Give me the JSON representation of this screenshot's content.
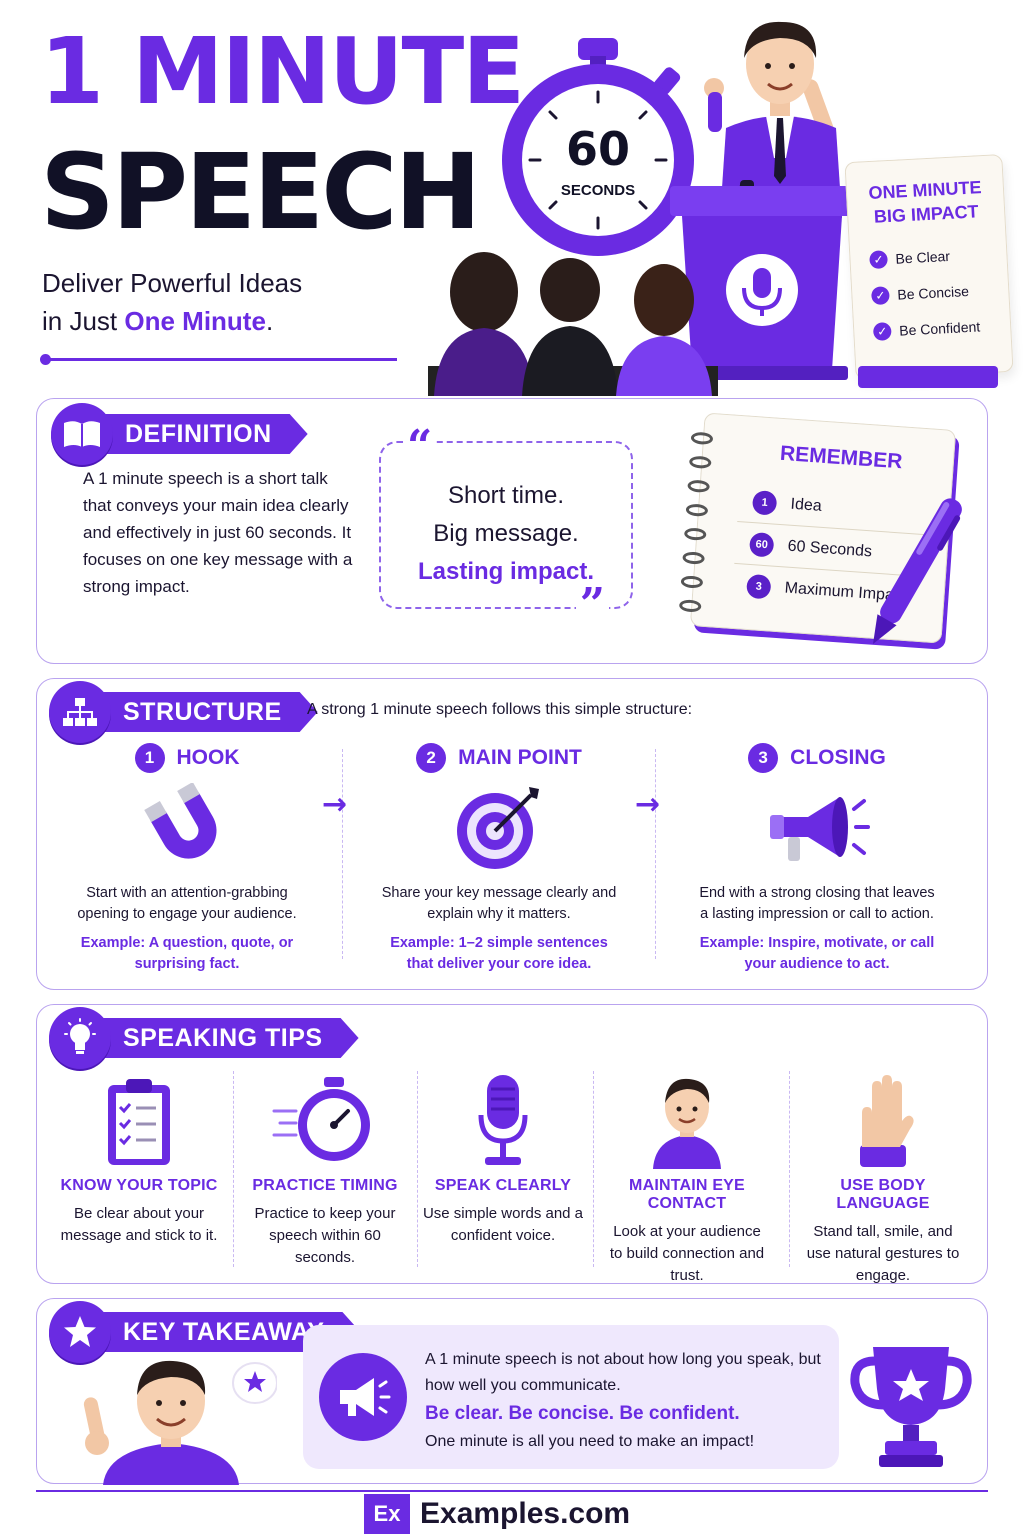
{
  "header": {
    "title_line1": "1 MINUTE",
    "title_line2": "SPEECH",
    "subtitle_line1": "Deliver Powerful Ideas",
    "subtitle_pre": "in Just ",
    "subtitle_highlight": "One Minute",
    "subtitle_post": "."
  },
  "hero": {
    "timer_value": "60",
    "timer_unit": "SECONDS",
    "board_title_1": "ONE MINUTE",
    "board_title_2": "BIG IMPACT",
    "board_items": [
      "Be Clear",
      "Be Concise",
      "Be Confident"
    ]
  },
  "definition": {
    "label": "DEFINITION",
    "text": "A 1 minute speech is a short talk that conveys your main idea clearly and effectively in just 60 seconds. It focuses on one key message with a strong impact.",
    "quote_lines": [
      "Short time.",
      "Big message.",
      "Lasting impact."
    ],
    "notebook_title": "REMEMBER",
    "notebook_items": [
      {
        "num": "1",
        "text": "Idea"
      },
      {
        "num": "60",
        "text": "60 Seconds"
      },
      {
        "num": "3",
        "text": "Maximum Impact"
      }
    ]
  },
  "structure": {
    "label": "STRUCTURE",
    "intro": "A strong 1 minute speech follows this simple structure:",
    "steps": [
      {
        "num": "1",
        "title": "HOOK",
        "desc": "Start with an attention-grabbing opening to engage your audience.",
        "example": "Example: A question, quote, or surprising fact."
      },
      {
        "num": "2",
        "title": "MAIN POINT",
        "desc": "Share your key message clearly and explain why it matters.",
        "example": "Example: 1–2 simple sentences that deliver your core idea."
      },
      {
        "num": "3",
        "title": "CLOSING",
        "desc": "End with a strong closing that leaves a lasting impression or call to action.",
        "example": "Example: Inspire, motivate, or call your audience to act."
      }
    ]
  },
  "tips": {
    "label": "SPEAKING TIPS",
    "items": [
      {
        "title": "KNOW YOUR TOPIC",
        "desc": "Be clear about your message and stick to it."
      },
      {
        "title": "PRACTICE TIMING",
        "desc": "Practice to keep your speech within 60 seconds."
      },
      {
        "title": "SPEAK CLEARLY",
        "desc": "Use simple words and a confident voice."
      },
      {
        "title": "MAINTAIN EYE CONTACT",
        "desc": "Look at your audience to build connection and trust."
      },
      {
        "title": "USE BODY LANGUAGE",
        "desc": "Stand tall, smile, and use natural gestures to engage."
      }
    ]
  },
  "takeaway": {
    "label": "KEY TAKEAWAY",
    "line1": "A 1 minute speech is not about how long you speak, but how well you communicate.",
    "line2": "Be clear. Be concise. Be confident.",
    "line3": "One minute is all you need to make an impact!"
  },
  "footer": {
    "logo": "Ex",
    "site": "Examples.com"
  },
  "colors": {
    "accent": "#6a2be2",
    "dark": "#111126",
    "light_panel": "#efe8fd"
  }
}
